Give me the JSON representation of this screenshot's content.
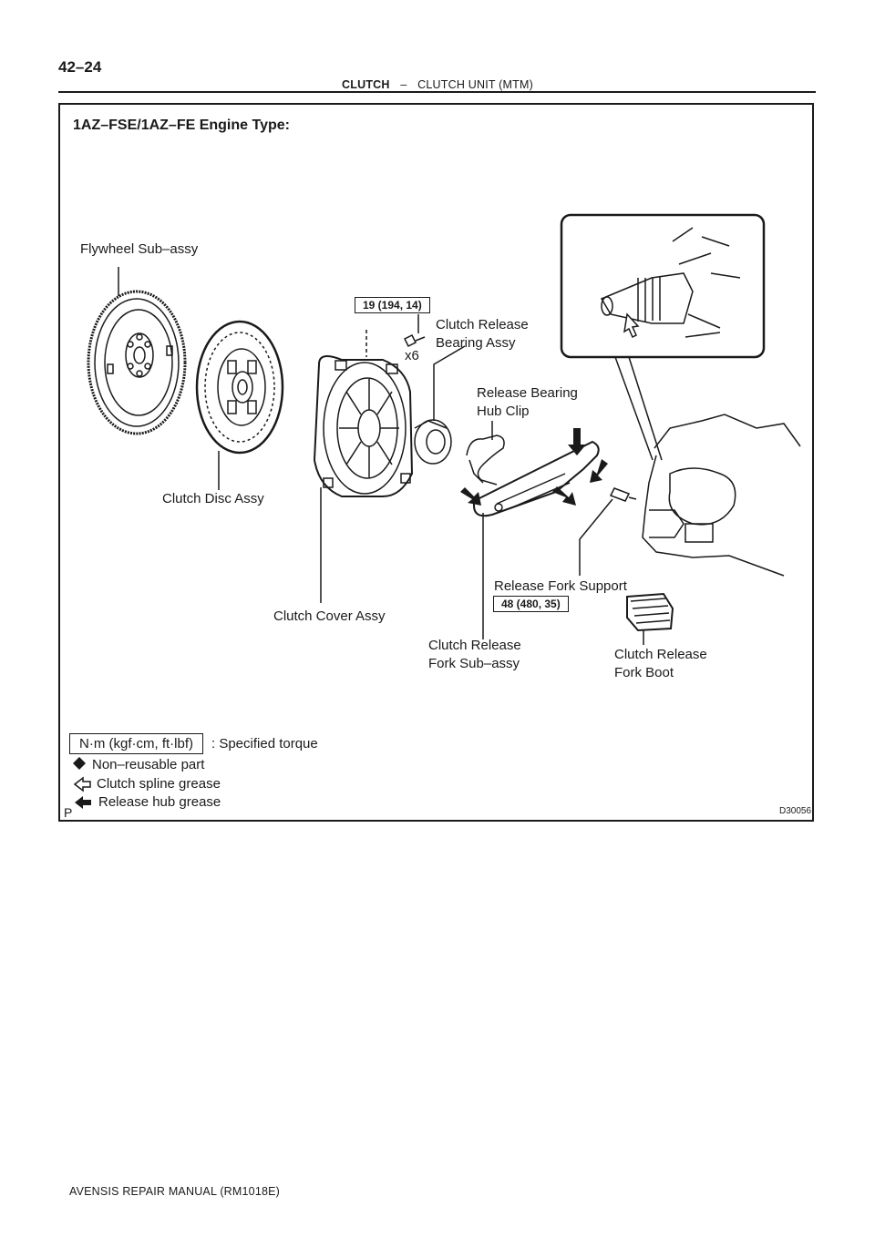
{
  "header": {
    "page_number": "42–24",
    "section": "CLUTCH",
    "separator": "–",
    "subsection": "CLUTCH UNIT (MTM)"
  },
  "figure": {
    "engine_type": "1AZ–FSE/1AZ–FE Engine Type:",
    "diagram_code": "D30056",
    "corner_mark": "P",
    "labels": {
      "flywheel": "Flywheel Sub–assy",
      "clutch_disc": "Clutch Disc Assy",
      "clutch_cover": "Clutch Cover Assy",
      "release_bearing_line1": "Clutch Release",
      "release_bearing_line2": "Bearing Assy",
      "hub_clip_line1": "Release Bearing",
      "hub_clip_line2": "Hub Clip",
      "fork_sub_line1": "Clutch Release",
      "fork_sub_line2": "Fork Sub–assy",
      "fork_support": "Release Fork Support",
      "fork_boot_line1": "Clutch Release",
      "fork_boot_line2": "Fork Boot",
      "bolt_count": "x6"
    },
    "torques": {
      "cover_bolt": "19 (194, 14)",
      "fork_support": "48 (480, 35)"
    },
    "legend": {
      "unit_box": "N·m (kgf·cm, ft·lbf)",
      "unit_desc": ": Specified torque",
      "non_reusable": "Non–reusable part",
      "spline_grease": "Clutch spline grease",
      "hub_grease": "Release hub grease"
    }
  },
  "footer": {
    "manual": "AVENSIS REPAIR MANUAL   (RM1018E)"
  }
}
